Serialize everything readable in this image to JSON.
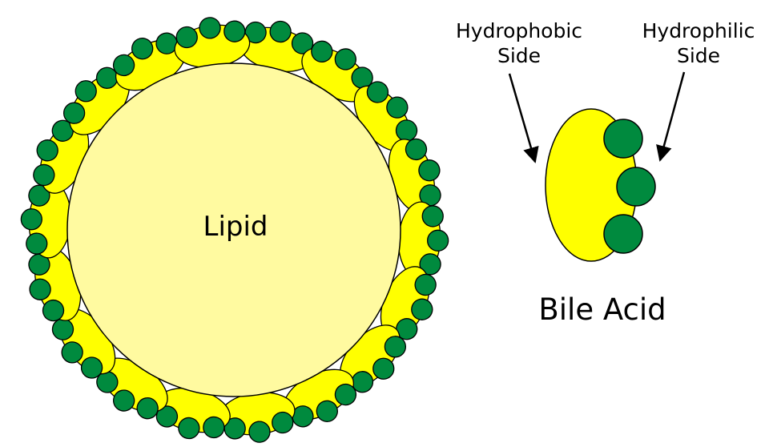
{
  "diagram": {
    "center_label": "Lipid",
    "hydrophobic_label": {
      "line1": "Hydrophobic",
      "line2": "Side"
    },
    "hydrophilic_label": {
      "line1": "Hydrophilic",
      "line2": "Side"
    },
    "molecule_label": "Bile Acid",
    "bile_acid_count_around_lipid": 18,
    "colors": {
      "lipid_fill": "#fffaa0",
      "bile_body_fill": "#ffff00",
      "hydrophilic_group_fill": "#008a3e",
      "outline": "#000000"
    }
  }
}
